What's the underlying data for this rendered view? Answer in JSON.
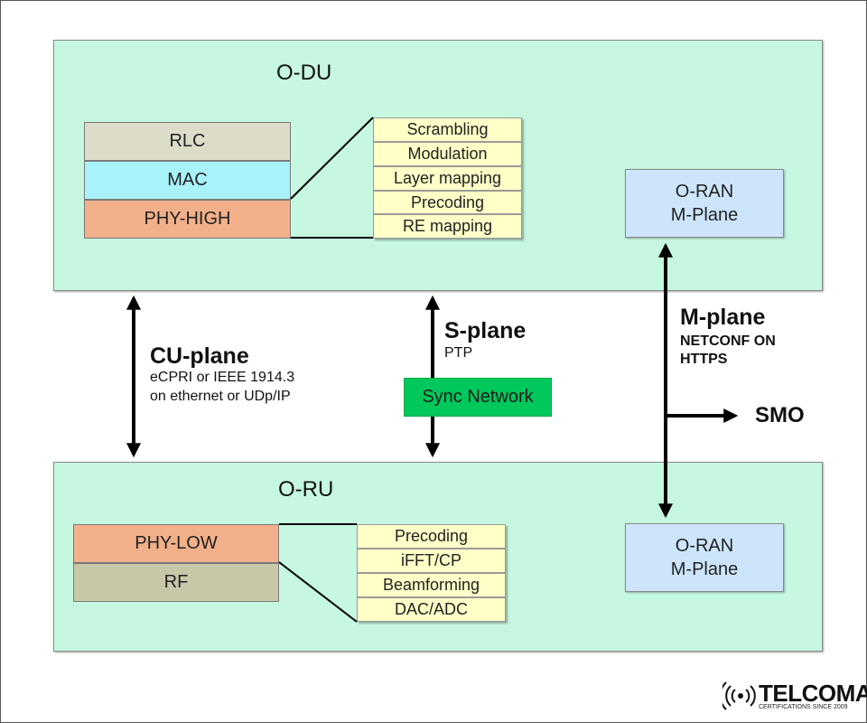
{
  "odu": {
    "title": "O-DU",
    "stack": [
      "RLC",
      "MAC",
      "PHY-HIGH"
    ],
    "functions": [
      "Scrambling",
      "Modulation",
      "Layer mapping",
      "Precoding",
      "RE mapping"
    ],
    "mplane": [
      "O-RAN",
      "M-Plane"
    ]
  },
  "oru": {
    "title": "O-RU",
    "stack": [
      "PHY-LOW",
      "RF"
    ],
    "functions": [
      "Precoding",
      "iFFT/CP",
      "Beamforming",
      "DAC/ADC"
    ],
    "mplane": [
      "O-RAN",
      "M-Plane"
    ]
  },
  "cu_plane": {
    "title": "CU-plane",
    "line1": "eCPRI or IEEE 1914.3",
    "line2": "on ethernet or UDp/IP"
  },
  "s_plane": {
    "title": "S-plane",
    "sub": "PTP",
    "sync_network": "Sync Network"
  },
  "m_plane": {
    "title": "M-plane",
    "line1": "NETCONF ON",
    "line2": "HTTPS"
  },
  "smo": "SMO",
  "logo": {
    "name": "TELCOMA",
    "tagline": "CERTIFICATIONS SINCE 2009"
  },
  "colors": {
    "panel": "#c6f7e0",
    "rlc": "#dcdcc8",
    "mac": "#a8f3fa",
    "phy_high": "#f2b08a",
    "phy_low": "#f2b08a",
    "rf": "#c8c8a8",
    "function_cell": "#ffffc8",
    "mplane_box": "#cce5fb",
    "sync_network": "#00c85a"
  }
}
